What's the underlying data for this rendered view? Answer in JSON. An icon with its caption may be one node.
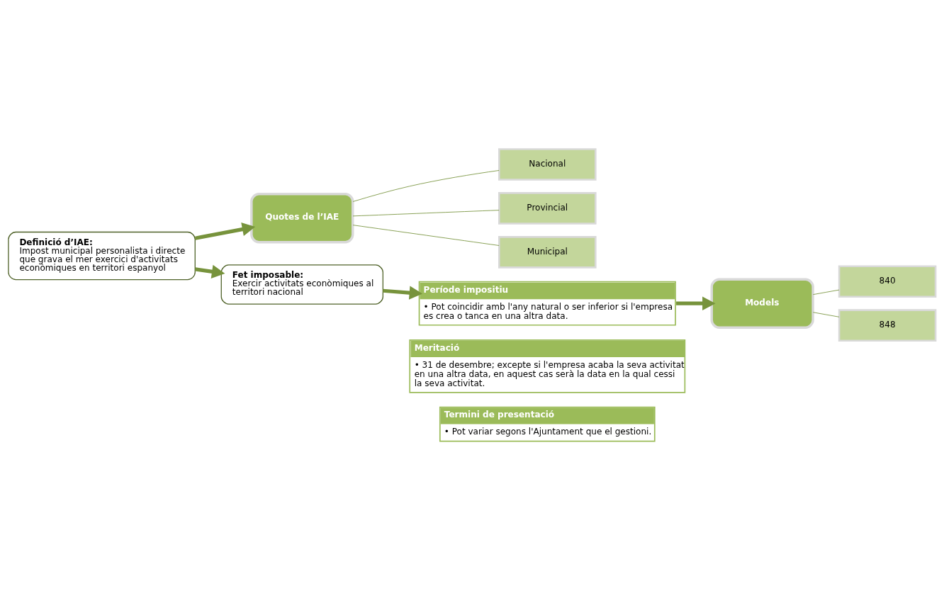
{
  "diagram": {
    "nodes": [
      {
        "text": [
          "Definició d’IAE:",
          "Impost municipal personalista i directe que grava el mer exercici d'activitats econòmiques en territori espanyol"
        ]
      },
      {
        "text": [
          "Quotes de l’IAE"
        ]
      },
      {
        "text": [
          "Nacional"
        ]
      },
      {
        "text": [
          "Provincial"
        ]
      },
      {
        "text": [
          "Municipal"
        ]
      },
      {
        "text": [
          "Fet imposable:",
          "Exercir activitats econòmiques al territori nacional"
        ]
      },
      {
        "text": [
          "Període impositiu",
          "• Pot coincidir amb l'any natural o ser inferior si l'empresa es crea o tanca en una altra data."
        ]
      },
      {
        "text": [
          "Meritació",
          "• 31 de desembre; excepte si l'empresa acaba la seva activitat en una altra data, en aquest cas serà la data en la qual cessi la seva activitat."
        ]
      },
      {
        "text": [
          "Termini de presentació",
          "• Pot variar segons l'Ajuntament que el gestioni."
        ]
      },
      {
        "text": [
          "Models"
        ]
      },
      {
        "text": [
          "840"
        ]
      },
      {
        "text": [
          "848"
        ]
      }
    ],
    "edges": [
      {
        "from": 0,
        "to": 1,
        "arrow": "to",
        "style": "thick"
      },
      {
        "from": 0,
        "to": 5,
        "arrow": "to",
        "style": "thick"
      },
      {
        "from": 1,
        "to": 2,
        "arrow": "none"
      },
      {
        "from": 1,
        "to": 3,
        "arrow": "none"
      },
      {
        "from": 1,
        "to": 4,
        "arrow": "none"
      },
      {
        "from": 5,
        "to": 6,
        "arrow": "to",
        "style": "thick"
      },
      {
        "from": 6,
        "to": 9,
        "arrow": "to",
        "style": "thick"
      },
      {
        "from": 9,
        "to": 10,
        "arrow": "none"
      },
      {
        "from": 9,
        "to": 11,
        "arrow": "none"
      }
    ]
  }
}
